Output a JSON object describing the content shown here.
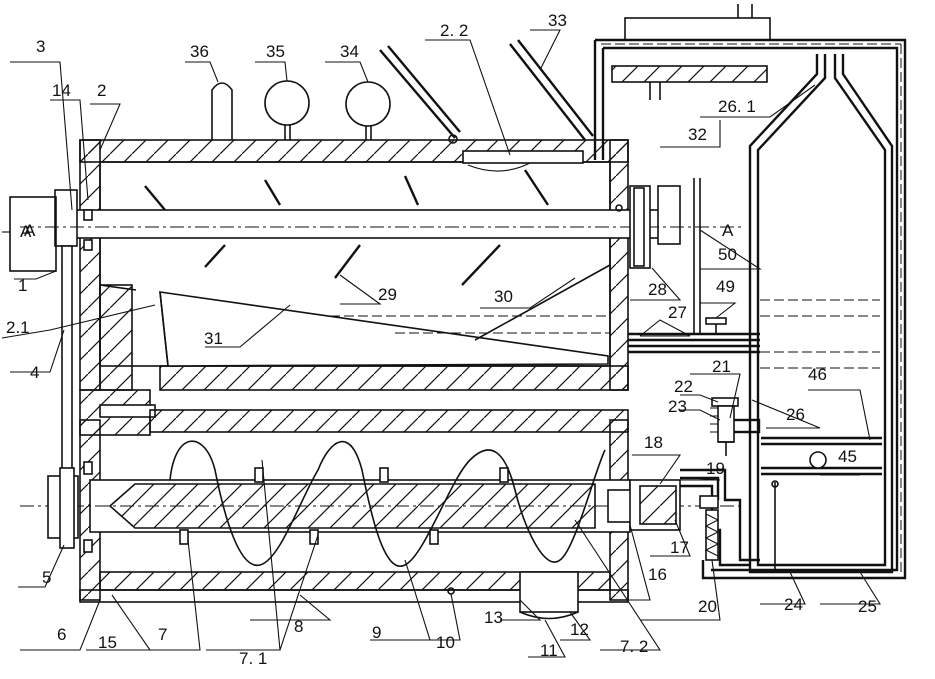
{
  "labels": {
    "l1": "1",
    "l2": "2",
    "l2_1": "2.1",
    "l2_2": "2. 2",
    "l3": "3",
    "l4": "4",
    "l5": "5",
    "l6": "6",
    "l7": "7",
    "l7_1": "7. 1",
    "l7_2": "7. 2",
    "l8": "8",
    "l9": "9",
    "l10": "10",
    "l11": "11",
    "l12": "12",
    "l13": "13",
    "l14": "14",
    "l15": "15",
    "l16": "16",
    "l17": "17",
    "l18": "18",
    "l19": "19",
    "l20": "20",
    "l21": "21",
    "l22": "22",
    "l23": "23",
    "l24": "24",
    "l25": "25",
    "l26": "26",
    "l26_1": "26. 1",
    "l27": "27",
    "l28": "28",
    "l29": "29",
    "l30": "30",
    "l31": "31",
    "l32": "32",
    "l33": "33",
    "l34": "34",
    "l35": "35",
    "l36": "36",
    "l45": "45",
    "l46": "46",
    "l49": "49",
    "l50": "50",
    "section_a_left": "A",
    "section_a_right": "A",
    "motor_a": "A"
  }
}
